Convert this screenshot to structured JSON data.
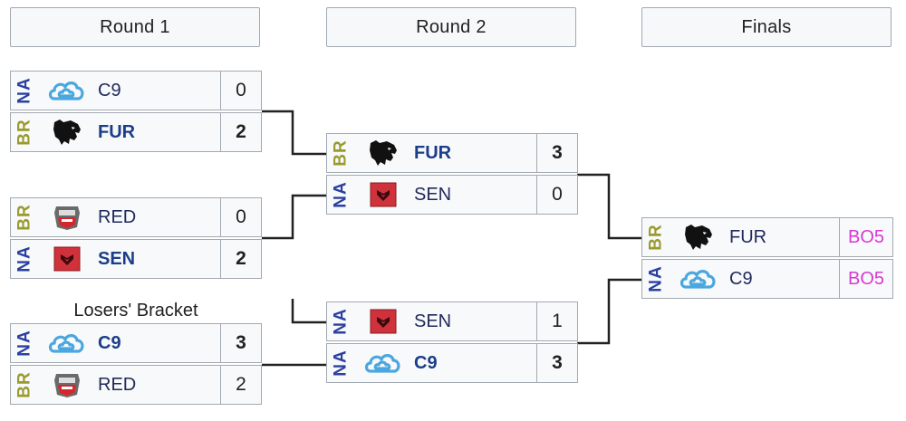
{
  "headers": [
    "Round 1",
    "Round 2",
    "Finals"
  ],
  "losers_label": "Losers' Bracket",
  "colors": {
    "NA": "#2a3fa0",
    "BR": "#9a9a2e",
    "winner_text": "#1b3e8a",
    "bo_text": "#d63ad2"
  },
  "matches": [
    {
      "teams": [
        {
          "region": "NA",
          "name": "C9",
          "logo": "cloud9-logo",
          "score": "0",
          "winner": false
        },
        {
          "region": "BR",
          "name": "FUR",
          "logo": "furia-panther-logo",
          "score": "2",
          "winner": true
        }
      ]
    },
    {
      "teams": [
        {
          "region": "BR",
          "name": "RED",
          "logo": "red-canids-logo",
          "score": "0",
          "winner": false
        },
        {
          "region": "NA",
          "name": "SEN",
          "logo": "sentinels-logo",
          "score": "2",
          "winner": true
        }
      ]
    },
    {
      "teams": [
        {
          "region": "NA",
          "name": "C9",
          "logo": "cloud9-logo",
          "score": "3",
          "winner": true
        },
        {
          "region": "BR",
          "name": "RED",
          "logo": "red-canids-logo",
          "score": "2",
          "winner": false
        }
      ]
    },
    {
      "teams": [
        {
          "region": "BR",
          "name": "FUR",
          "logo": "furia-panther-logo",
          "score": "3",
          "winner": true
        },
        {
          "region": "NA",
          "name": "SEN",
          "logo": "sentinels-logo",
          "score": "0",
          "winner": false
        }
      ]
    },
    {
      "teams": [
        {
          "region": "NA",
          "name": "SEN",
          "logo": "sentinels-logo",
          "score": "1",
          "winner": false
        },
        {
          "region": "NA",
          "name": "C9",
          "logo": "cloud9-logo",
          "score": "3",
          "winner": true
        }
      ]
    },
    {
      "teams": [
        {
          "region": "BR",
          "name": "FUR",
          "logo": "furia-panther-logo",
          "score": "BO5",
          "winner": false
        },
        {
          "region": "NA",
          "name": "C9",
          "logo": "cloud9-logo",
          "score": "BO5",
          "winner": false
        }
      ]
    }
  ]
}
